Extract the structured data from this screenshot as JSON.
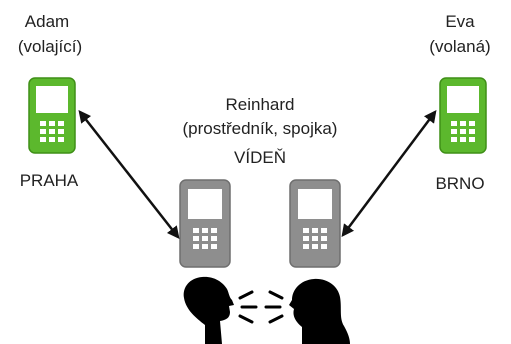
{
  "left_person": {
    "name": "Adam",
    "role": "(volající)",
    "city": "PRAHA"
  },
  "right_person": {
    "name": "Eva",
    "role": "(volaná)",
    "city": "BRNO"
  },
  "middle_person": {
    "name": "Reinhard",
    "role": "(prostředník, spojka)",
    "city": "VÍDEŇ"
  },
  "colors": {
    "outer_phone": "#5cb82d",
    "outer_phone_dark": "#3f8f17",
    "middle_phone": "#8e8e8e",
    "middle_phone_dark": "#6f6f6f",
    "screen": "#ffffff",
    "arrow": "#111111",
    "silhouette": "#000000"
  },
  "icons": {
    "outer_phone": "mobile-phone-icon",
    "middle_phone": "mobile-phone-icon",
    "speaker": "speaking-head-icon"
  }
}
